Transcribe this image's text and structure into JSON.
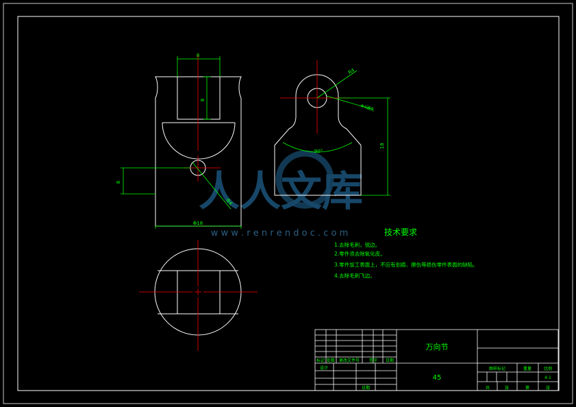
{
  "drawing": {
    "title": "万向节",
    "material": "45",
    "scale": "4:1"
  },
  "colors": {
    "background": "#000000",
    "outline": "#ffffff",
    "dimension": "#00ff00",
    "centerline": "#ff0000",
    "watermark": "#1f5f8b"
  },
  "watermark": {
    "text": "人人文库",
    "url": "w w w . r e n r e n d o c . c o m"
  },
  "tech_requirements": {
    "heading": "技术要求",
    "items": [
      "1.去除毛刺，锐边。",
      "2.零件须去除氧化皮。",
      "3.零件加工表面上，不应有划痕、擦伤等损伤零件表面的缺陷。",
      "4.去除毛刺飞边。"
    ]
  },
  "dimensions": {
    "front_top_width": "8",
    "front_slot_depth": "8",
    "front_hole_height": "8",
    "front_overall_width": "Φ18",
    "front_hole_dia": "Φ4",
    "side_radius": "R4",
    "side_hole_dia": "Φ4通孔",
    "side_height": "18",
    "side_angle": "90°"
  },
  "title_block": {
    "left_labels": [
      "标记",
      "处数",
      "更改文件号",
      "签字",
      "日期"
    ],
    "left_row2": [
      "设计"
    ],
    "left_row3": [
      "日期"
    ],
    "right_headers": [
      "图样标记",
      "重量",
      "比例"
    ],
    "right_bottom": [
      "共",
      "张",
      "第",
      "张"
    ]
  }
}
